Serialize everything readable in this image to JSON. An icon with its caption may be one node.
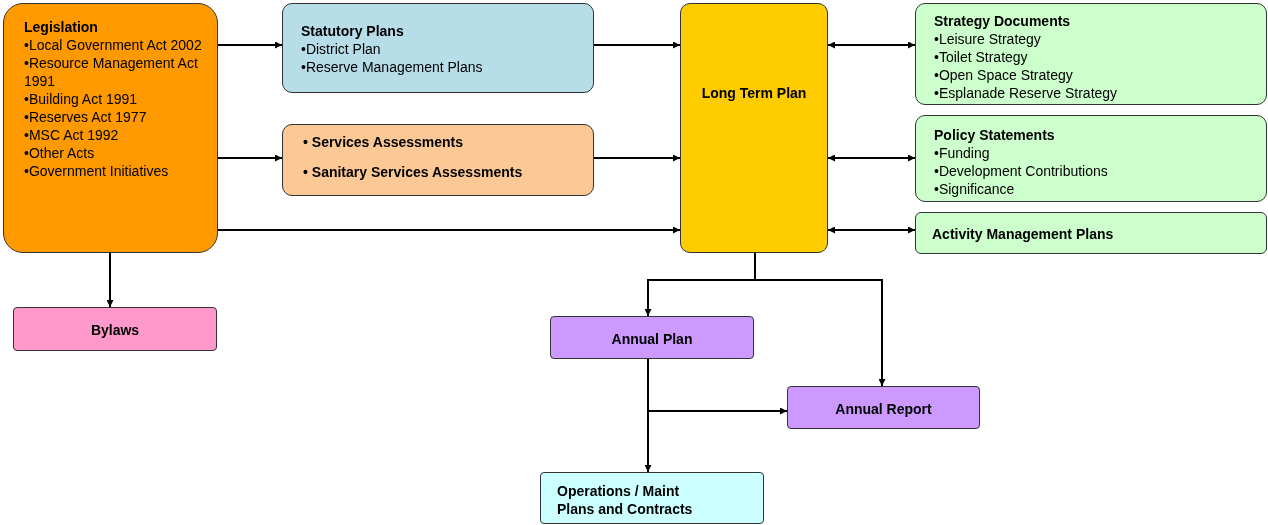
{
  "diagram": {
    "nodes": [
      {
        "text": [
          "Legislation",
          "•Local Government Act 2002",
          "•Resource Management Act 1991",
          "•Building Act 1991",
          "•Reserves Act 1977",
          "•MSC Act 1992",
          "•Other Acts",
          "•Government Initiatives"
        ]
      },
      {
        "text": [
          "Statutory Plans",
          "•District Plan",
          "•Reserve Management Plans"
        ]
      },
      {
        "text": [
          "• Services Assessments",
          "• Sanitary Services Assessments"
        ]
      },
      {
        "text": [
          "Long Term Plan"
        ]
      },
      {
        "text": [
          "Strategy Documents",
          "•Leisure Strategy",
          "•Toilet Strategy",
          "•Open Space Strategy",
          "•Esplanade Reserve Strategy"
        ]
      },
      {
        "text": [
          "Policy Statements",
          "•Funding",
          "•Development Contributions",
          "•Significance"
        ]
      },
      {
        "text": [
          "Activity Management Plans"
        ]
      },
      {
        "text": [
          "Bylaws"
        ]
      },
      {
        "text": [
          "Annual Plan"
        ]
      },
      {
        "text": [
          "Annual Report"
        ]
      },
      {
        "text": [
          "Operations / Maint Plans and Contracts"
        ]
      }
    ],
    "edges": [
      {
        "from": 0,
        "to": 1,
        "arrow": "to"
      },
      {
        "from": 0,
        "to": 2,
        "arrow": "to"
      },
      {
        "from": 0,
        "to": 3,
        "arrow": "to"
      },
      {
        "from": 1,
        "to": 3,
        "arrow": "to"
      },
      {
        "from": 2,
        "to": 3,
        "arrow": "to"
      },
      {
        "from": 3,
        "to": 4,
        "arrow": "both"
      },
      {
        "from": 3,
        "to": 5,
        "arrow": "both"
      },
      {
        "from": 3,
        "to": 6,
        "arrow": "both"
      },
      {
        "from": 0,
        "to": 7,
        "arrow": "to"
      },
      {
        "from": 3,
        "to": 8,
        "arrow": "to"
      },
      {
        "from": 3,
        "to": 9,
        "arrow": "to"
      },
      {
        "from": 8,
        "to": 9,
        "arrow": "to"
      },
      {
        "from": 8,
        "to": 10,
        "arrow": "to"
      }
    ]
  }
}
